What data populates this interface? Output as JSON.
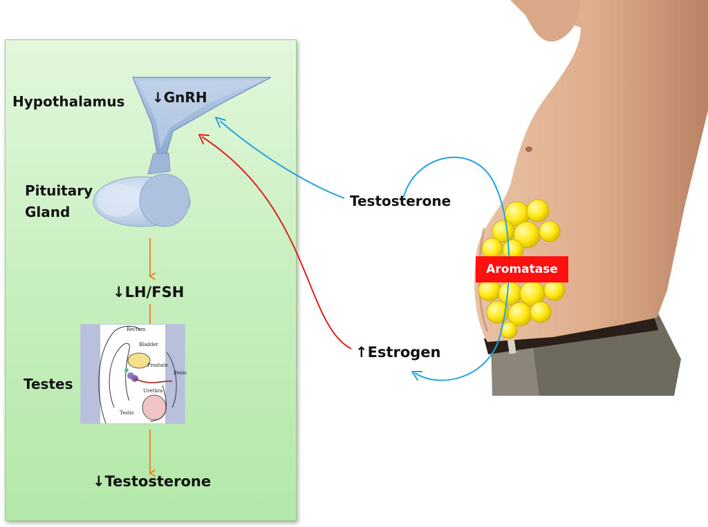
{
  "labels": {
    "hypothalamus": "Hypothalamus",
    "gnrh": "↓GnRH",
    "pituitary_line1": "Pituitary",
    "pituitary_line2": "Gland",
    "lh_fsh": "↓LH/FSH",
    "testes": "Testes",
    "testosterone_low": "↓Testosterone",
    "testosterone": "Testosterone",
    "estrogen": "↑Estrogen",
    "aromatase": "Aromatase"
  },
  "anatomy": {
    "rectum": "Rectum",
    "bladder": "Bladder",
    "prostate": "Prostate",
    "penis": "Penis",
    "urethra": "Urethra",
    "testis": "Testis"
  },
  "colors": {
    "panel_top": "#e2f7dc",
    "panel_bottom": "#b3e8a8",
    "orange_arrow": "#f07a1a",
    "blue_arrow": "#1ea3e0",
    "red_arrow": "#e01f1f",
    "aromatase_bg": "#ff1010",
    "fat_cells": "#ffe812"
  }
}
